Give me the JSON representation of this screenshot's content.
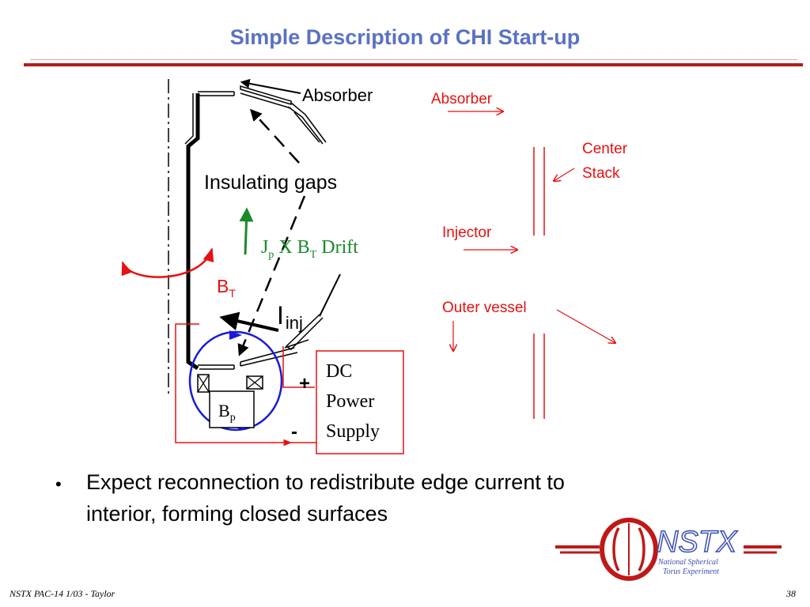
{
  "slide": {
    "title": "Simple Description of CHI Start-up",
    "bullet_marker": "•",
    "bullet_line1": "Expect reconnection to redistribute edge current to",
    "bullet_line2": "interior, forming closed surfaces",
    "footer_left": "NSTX PAC-14 1/03 - Taylor",
    "page_number": "38"
  },
  "diagram": {
    "absorber_label": "Absorber",
    "insulating_gaps_label": "Insulating gaps",
    "drift_j": "J",
    "drift_p_sub": "p",
    "drift_x_b": " X B",
    "drift_t_sub": "T",
    "drift_word": " Drift",
    "bt_label": "B",
    "bt_sub": "T",
    "iinj_main": "I",
    "iinj_sub": "inj",
    "bp_label": "B",
    "bp_sub": "p",
    "plus_label": "+",
    "minus_label": "-",
    "dc_line1": "DC",
    "dc_line2": "Power",
    "dc_line3": "Supply"
  },
  "legend": {
    "absorber": "Absorber",
    "center_line1": "Center",
    "center_line2": "Stack",
    "injector": "Injector",
    "outer_vessel": "Outer vessel"
  },
  "logo": {
    "name": "NSTX",
    "line1": "National Spherical",
    "line2": "Torus Experiment"
  },
  "colors": {
    "title_blue": "#5a72c4",
    "rule_red": "#b01e1e",
    "label_red": "#e81010",
    "drift_green": "#1a8a2a",
    "bp_blue": "#1a1ad8",
    "logo_red": "#c01818",
    "logo_blue": "#3a50b0"
  }
}
